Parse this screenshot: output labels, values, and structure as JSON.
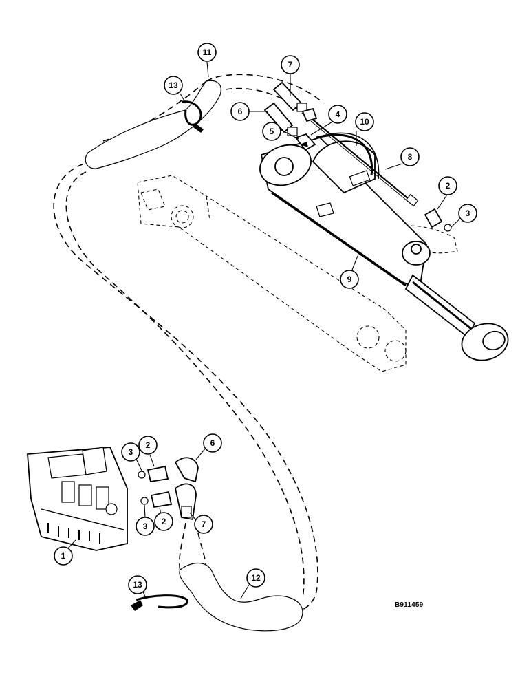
{
  "figure_id": "B911459",
  "callouts": [
    {
      "id": "c11",
      "label": "11"
    },
    {
      "id": "c7a",
      "label": "7"
    },
    {
      "id": "c13a",
      "label": "13"
    },
    {
      "id": "c6a",
      "label": "6"
    },
    {
      "id": "c4",
      "label": "4"
    },
    {
      "id": "c10",
      "label": "10"
    },
    {
      "id": "c5",
      "label": "5"
    },
    {
      "id": "c8",
      "label": "8"
    },
    {
      "id": "c2a",
      "label": "2"
    },
    {
      "id": "c3a",
      "label": "3"
    },
    {
      "id": "c9",
      "label": "9"
    },
    {
      "id": "c3b",
      "label": "3"
    },
    {
      "id": "c2b",
      "label": "2"
    },
    {
      "id": "c6b",
      "label": "6"
    },
    {
      "id": "c3c",
      "label": "3"
    },
    {
      "id": "c2c",
      "label": "2"
    },
    {
      "id": "c7b",
      "label": "7"
    },
    {
      "id": "c1",
      "label": "1"
    },
    {
      "id": "c13b",
      "label": "13"
    },
    {
      "id": "c12",
      "label": "12"
    }
  ]
}
